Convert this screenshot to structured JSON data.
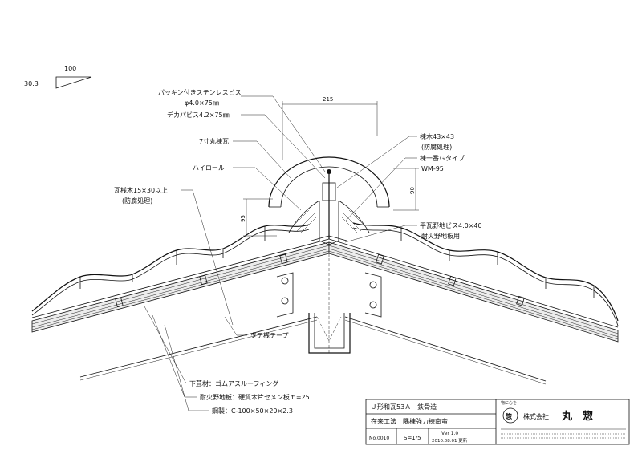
{
  "pitch_symbol": {
    "horizontal": "100",
    "vertical": "30.3"
  },
  "dimensions": {
    "width_215": "215",
    "height_90": "90",
    "height_95": "95"
  },
  "labels": {
    "packing_screw_line1": "パッキン付きステンレスビス",
    "packing_screw_line2": "φ4.0×75㎜",
    "dekapa_screw": "デカパビス4.2×75㎜",
    "round_ridge_tile": "7寸丸棟瓦",
    "high_roll": "ハイロール",
    "batten_line1": "瓦桟木15×30以上",
    "batten_line2": "(防腐処理)",
    "ridge_timber_line1": "棟木43×43",
    "ridge_timber_line2": "(防腐処理)",
    "ridge_bracket_line1": "棟一番Ｇタイプ",
    "ridge_bracket_line2": "WM-95",
    "flat_tile_screw_line1": "平瓦野地ビス4.0×40",
    "flat_tile_screw_line2": "耐火野地板用",
    "ridge_tape": "タテ桟テープ",
    "underlay": "下葺材：ゴムアスルーフィング",
    "sheathing": "耐火野地板：硬質木片セメン板ｔ=25",
    "steel": "鋼製：C-100×50×20×2.3"
  },
  "title_block": {
    "product": "Ｊ形和瓦53Ａ　鉄骨造",
    "method": "在来工法　隅棟強力棟南蛮",
    "drawing_no": "No.0010",
    "scale": "S=1/5",
    "version": "Ver 1.0",
    "date": "2010.08.01 更新",
    "slogan": "物に心を",
    "company": "株式会社",
    "company_name": "丸　惣"
  }
}
